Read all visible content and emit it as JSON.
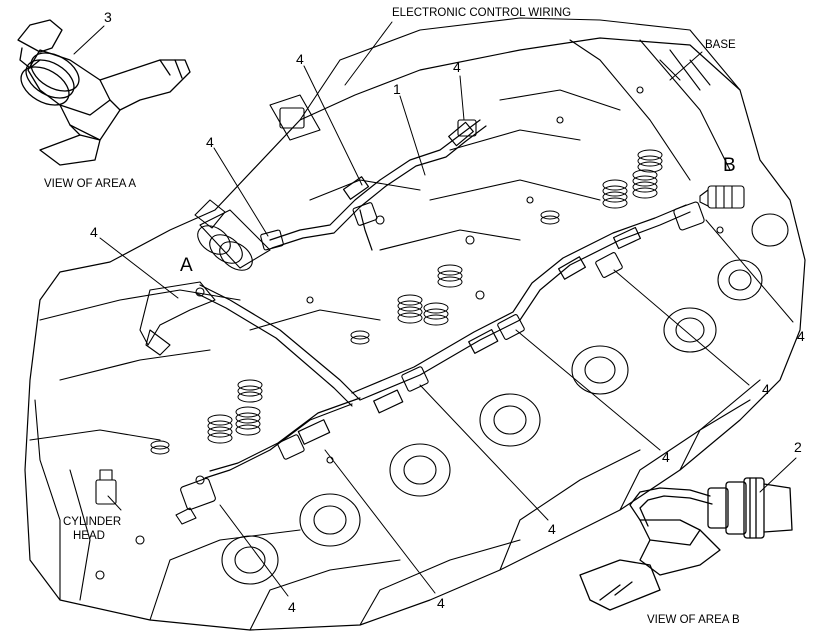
{
  "colors": {
    "ink": "#000000",
    "paper": "#ffffff",
    "shade": "#cfcfcf"
  },
  "labels": {
    "electronic_control_wiring": "ELECTRONIC CONTROL WIRING",
    "base": "BASE",
    "view_area_a": "VIEW OF AREA  A",
    "view_area_b": "VIEW OF AREA  B",
    "cylinder_head_line1": "CYLINDER",
    "cylinder_head_line2": "HEAD",
    "area_a": "A",
    "area_b": "B"
  },
  "callouts": {
    "one": "1",
    "two": "2",
    "three": "3",
    "four": "4"
  }
}
